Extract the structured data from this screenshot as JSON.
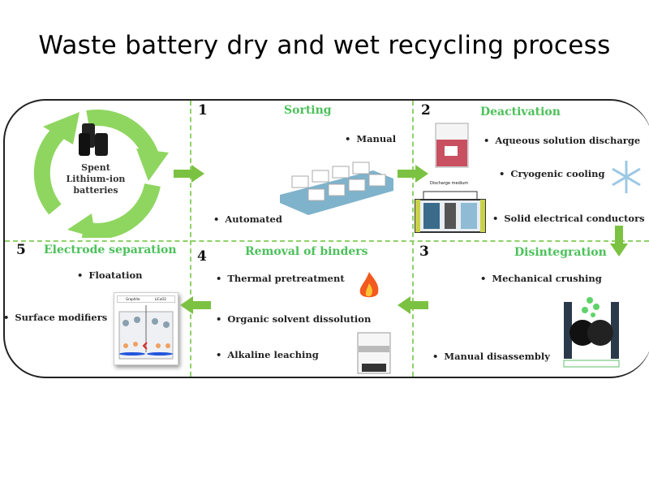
{
  "title": "Waste battery dry and wet recycling process",
  "center": {
    "label_line1": "Spent",
    "label_line2": "Lithium-ion",
    "label_line3": "batteries"
  },
  "steps": [
    {
      "number": "1",
      "heading": "Sorting",
      "items": [
        "Manual",
        "Automated"
      ]
    },
    {
      "number": "2",
      "heading": "Deactivation",
      "items": [
        "Aqueous solution discharge",
        "Cryogenic cooling",
        "Solid electrical conductors"
      ],
      "figure_label": "Discharge medium"
    },
    {
      "number": "3",
      "heading": "Disintegration",
      "items": [
        "Mechanical crushing",
        "Manual disassembly"
      ]
    },
    {
      "number": "4",
      "heading": "Removal of binders",
      "items": [
        "Thermal pretreatment",
        "Organic solvent dissolution",
        "Alkaline leaching"
      ]
    },
    {
      "number": "5",
      "heading": "Electrode separation",
      "items": [
        "Floatation",
        "Surface modifiers"
      ],
      "figure_legend": [
        "Graphite",
        "LiCoO2"
      ]
    }
  ],
  "colors": {
    "accent": "#4cc15a",
    "arrow": "#7cc242",
    "divider": "#8fd16a"
  }
}
